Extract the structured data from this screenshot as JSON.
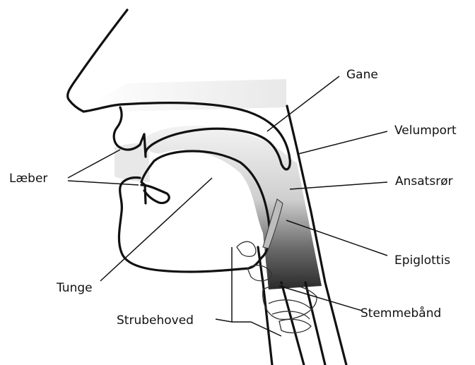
{
  "labels": {
    "gane": "Gane",
    "velumport": "Velumport",
    "laeber": "Læber",
    "ansatsror": "Ansatsrør",
    "tunge": "Tunge",
    "epiglottis": "Epiglottis",
    "stemmebaand": "Stemmebånd",
    "strubehoved": "Strubehoved"
  }
}
